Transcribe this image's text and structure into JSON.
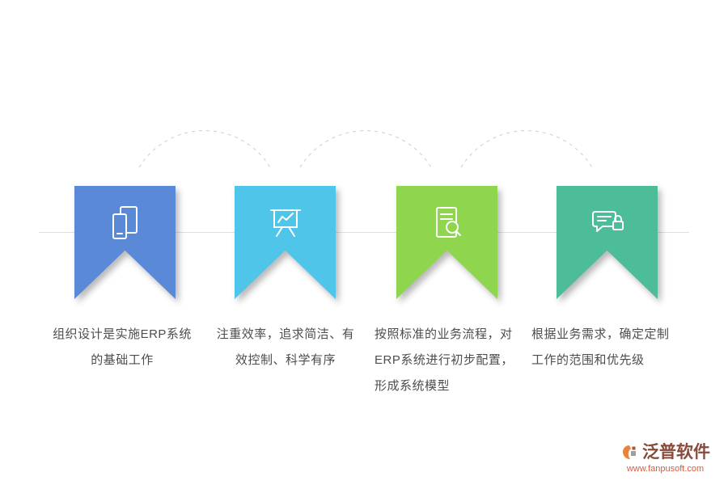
{
  "steps": [
    {
      "color": "#5a89d8",
      "icon": "mobile-devices-icon",
      "lines": [
        "组织设计是实施ERP系统",
        "的基础工作"
      ]
    },
    {
      "color": "#4ec5e9",
      "icon": "presentation-chart-icon",
      "lines": [
        "注重效率，追求简洁、有",
        "效控制、科学有序"
      ]
    },
    {
      "color": "#8fd64e",
      "icon": "document-search-icon",
      "lines": [
        "按照标准的业务流程，对",
        "ERP系统进行初步配置，",
        "形成系统模型"
      ]
    },
    {
      "color": "#4cbd98",
      "icon": "chat-lock-icon",
      "lines": [
        "根据业务需求，确定定制",
        "工作的范围和优先级"
      ]
    }
  ],
  "footer": {
    "brand": "泛普软件",
    "url": "www.fanpusoft.com"
  },
  "colors": {
    "connector": "#cccccc",
    "baseline": "#e0e0e0",
    "text": "#4d4d4d",
    "brand_text": "#8a4a3a",
    "brand_url": "#e0583a",
    "logo_orange": "#e8833a",
    "logo_gray": "#9aa0a6"
  }
}
